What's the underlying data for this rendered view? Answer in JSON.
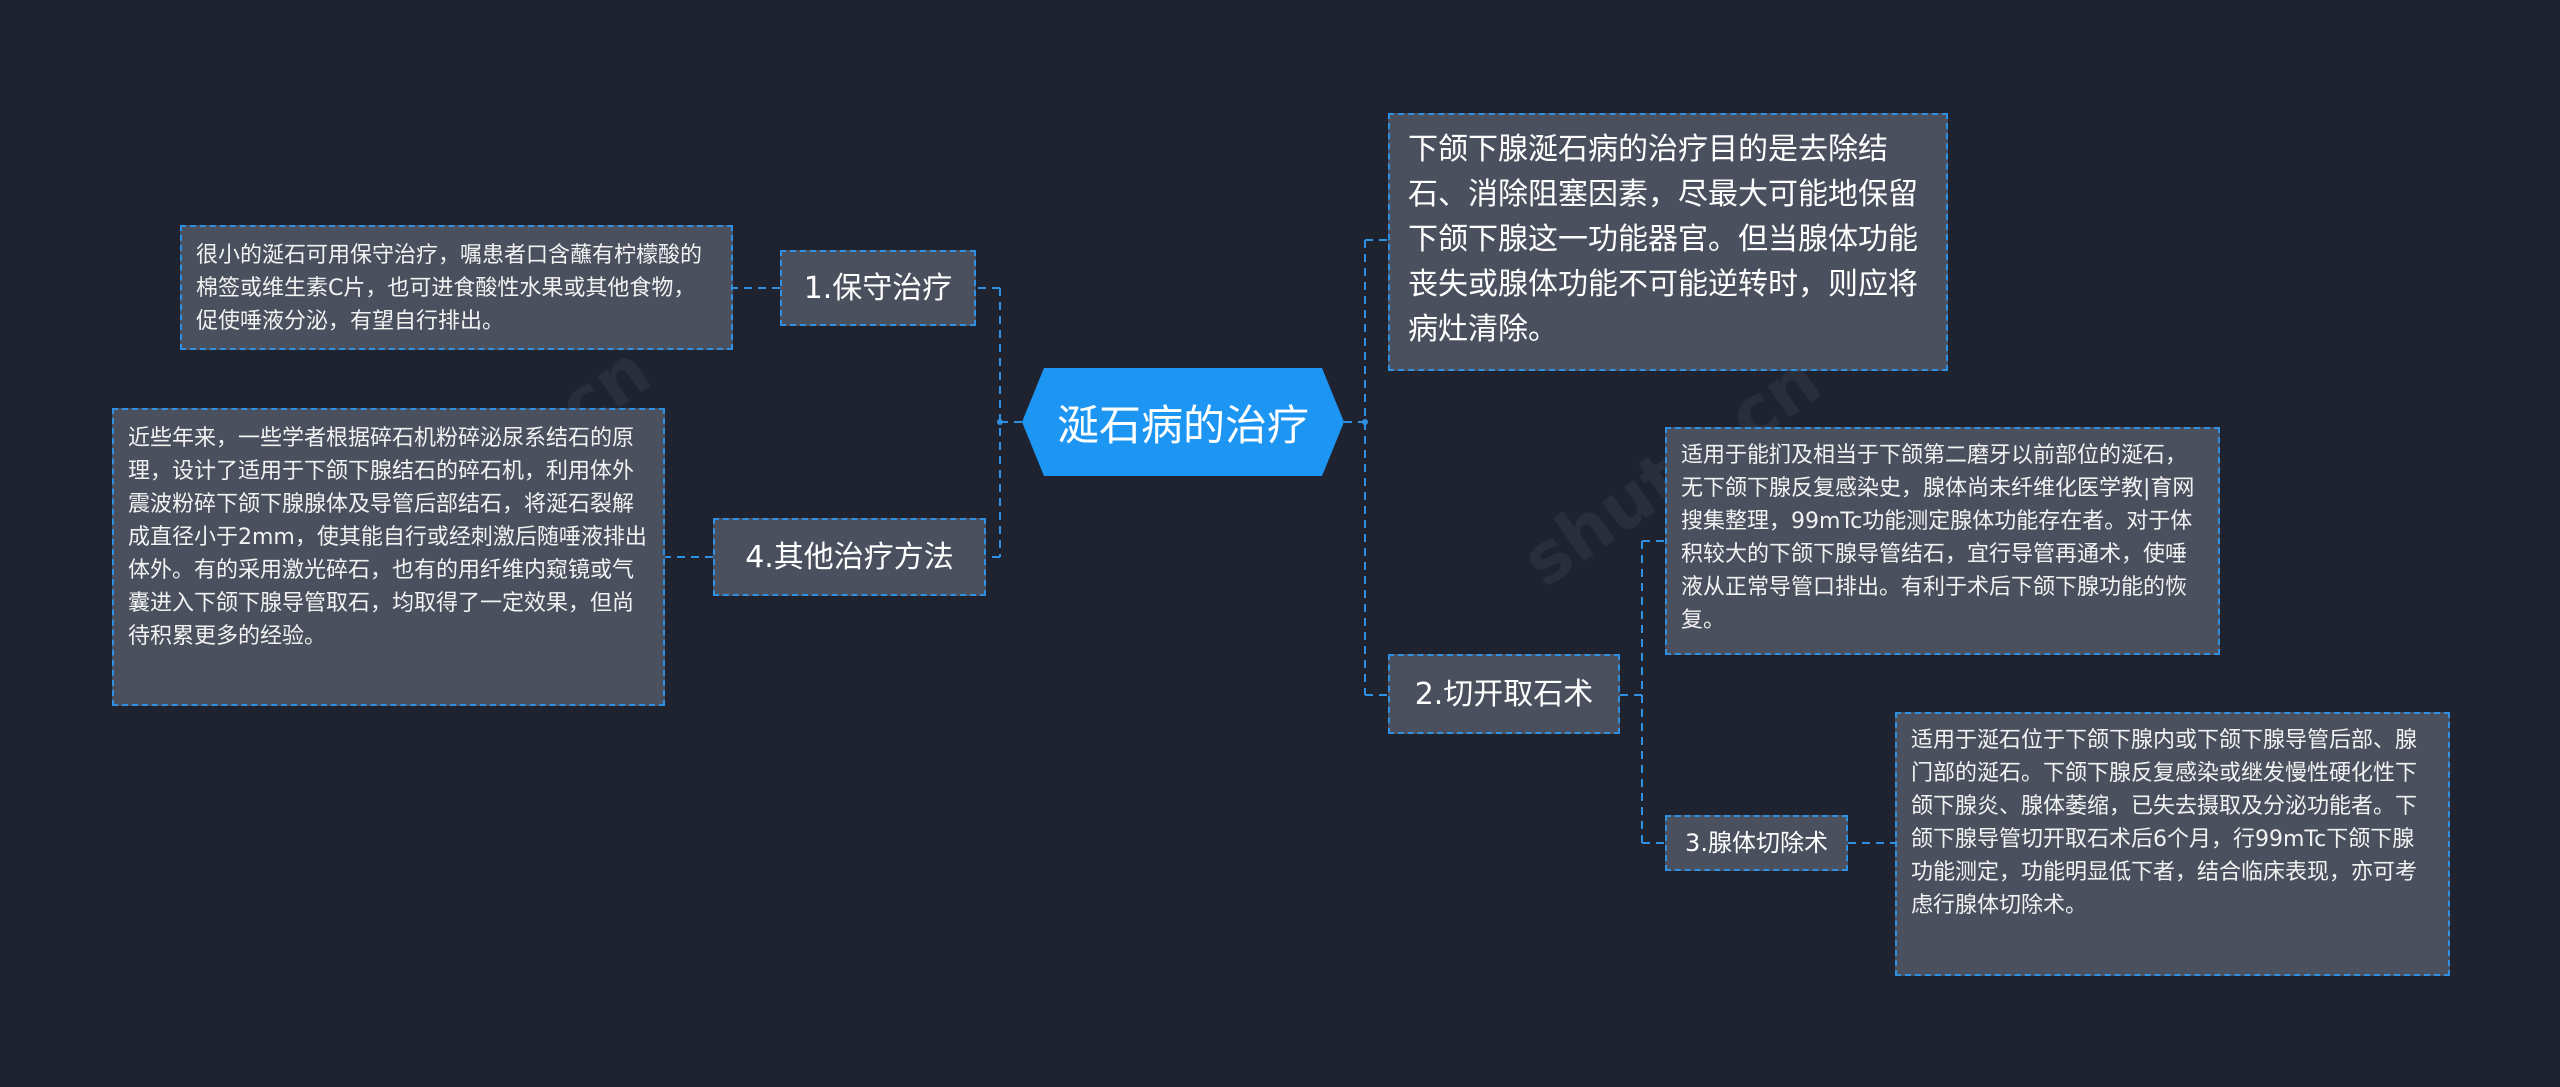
{
  "title": "涎石病的治疗",
  "branches": {
    "conservative": {
      "label": "1.保守治疗",
      "detail": "很小的涎石可用保守治疗，嘱患者口含蘸有柠檬酸的棉签或维生素C片，也可进食酸性水果或其他食物，促使唾液分泌，有望自行排出。"
    },
    "other": {
      "label": "4.其他治疗方法",
      "detail": "近些年来，一些学者根据碎石机粉碎泌尿系结石的原理，设计了适用于下颌下腺结石的碎石机，利用体外震波粉碎下颌下腺腺体及导管后部结石，将涎石裂解成直径小于2mm，使其能自行或经刺激后随唾液排出体外。有的采用激光碎石，也有的用纤维内窥镜或气囊进入下颌下腺导管取石，均取得了一定效果，但尚待积累更多的经验。"
    },
    "goal": {
      "detail": "下颌下腺涎石病的治疗目的是去除结石、消除阻塞因素，尽最大可能地保留下颌下腺这一功能器官。但当腺体功能丧失或腺体功能不可能逆转时，则应将病灶清除。"
    },
    "incision": {
      "label": "2.切开取石术",
      "detail": "适用于能扪及相当于下颌第二磨牙以前部位的涎石，无下颌下腺反复感染史，腺体尚未纤维化医学教|育网搜集整理，99mTc功能测定腺体功能存在者。对于体积较大的下颌下腺导管结石，宜行导管再通术，使唾液从正常导管口排出。有利于术后下颌下腺功能的恢复。"
    },
    "excision": {
      "label": "3.腺体切除术",
      "detail": "适用于涎石位于下颌下腺内或下颌下腺导管后部、腺门部的涎石。下颌下腺反复感染或继发慢性硬化性下颌下腺炎、腺体萎缩，已失去摄取及分泌功能者。下颌下腺导管切开取石术后6个月，行99mTc下颌下腺功能测定，功能明显低下者，结合临床表现，亦可考虑行腺体切除术。"
    }
  },
  "colors": {
    "background": "#1f2330",
    "node": "#4a505e",
    "line": "#2f8fe0",
    "center": "#1c95f3"
  }
}
